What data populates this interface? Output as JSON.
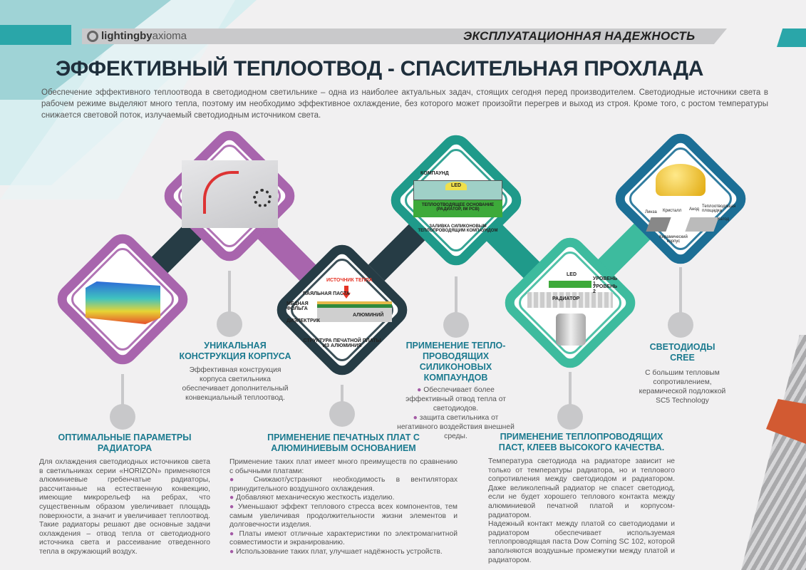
{
  "header": {
    "logo_text_bold": "lightingby",
    "logo_text_light": "axioma",
    "section": "ЭКСПЛУАТАЦИОННАЯ НАДЕЖНОСТЬ"
  },
  "title": "ЭФФЕКТИВНЫЙ ТЕПЛООТВОД - СПАСИТЕЛЬНАЯ ПРОХЛАДА",
  "intro": "Обеспечение эффективного теплоотвода в светодиодном светильнике – одна из наиболее актуальных задач, стоящих сегодня перед производителем. Светодиодные источники света в рабочем режиме выделяют много тепла, поэтому им необходимо эффективное охлаждение, без которого может произойти перегрев и выход из строя. Кроме того, с ростом температуры снижается световой поток, излучаемый светодиодным источником света.",
  "colors": {
    "purple": "#a865ad",
    "slate": "#263c45",
    "teal": "#1f9a8a",
    "lightteal": "#3dbb9e",
    "blue": "#1c6f96",
    "heading": "#1b7a8f"
  },
  "diagrams": {
    "pcb": {
      "heat": "ИСТОЧНИК ТЕПЛА",
      "paste": "ПАЯЛЬНАЯ ПАСТА",
      "copper": "МЕДНАЯ ФОЛЬГА",
      "dielectric": "ДИЭЛЕКТРИК",
      "aluminum": "АЛЮМИНИЙ",
      "caption": "СТРУКТУРА ПЕЧАТНОЙ ПЛАТЫ ИЗ АЛЮМИНИЯ"
    },
    "compound": {
      "compound": "КОМПАУНД",
      "led": "LED",
      "base": "ТЕПЛООТВОДЯЩЕЕ ОСНОВАНИЕ (РАДИАТОР, IM PCB)",
      "caption": "ЗАЛИВКА СИЛИКОНОВЫМ ТЕПЛОПРОВОДЯЩИМ КОМПАУНДОМ"
    },
    "paste": {
      "led": "LED",
      "level1": "УРОВЕНЬ 1",
      "level2": "УРОВЕНЬ 2",
      "radiator": "РАДИАТОР"
    },
    "cree": {
      "lens": "Линза",
      "crystal": "Кристалл",
      "anode": "Анод",
      "pad": "Теплоотводящая площадка",
      "cathode": "Катод",
      "ceramic": "Керамический корпус"
    }
  },
  "blocks": {
    "radiator": {
      "title": "ОПТИМАЛЬНЫЕ ПАРАМЕТРЫ РАДИАТОРА",
      "text": "Для охлаждения светодиодных источников света в светильниках серии «HORIZON» применяются алюминиевые гребенчатые радиаторы, рассчитанные на естественную конвекцию, имеющие микрорельеф на ребрах, что существенным образом увеличивает площадь поверхности, а значит и увеличивает теплоотвод. Такие радиаторы решают две основные задачи охлаждения – отвод тепла от светодиодного источника света и рассеивание отведенного тепла в окружающий воздух."
    },
    "housing": {
      "title": "УНИКАЛЬНАЯ КОНСТРУКЦИЯ КОРПУСА",
      "text": "Эффективная конструкция корпуса светильника обеспечивает дополнительный конвекциальный теплоотвод."
    },
    "pcb": {
      "title": "ПРИМЕНЕНИЕ ПЕЧАТНЫХ ПЛАТ С АЛЮМИНИЕВЫМ ОСНОВАНИЕМ",
      "intro": "Применение таких плат имеет много преимуществ по сравнению с обычными платами:",
      "bullets": [
        "Снижают/устраняют необходимость в вентиляторах принудительного воздушного охлаждения.",
        "Добавляют механическую жесткость изделию.",
        "Уменьшают эффект теплового стресса всех компонентов, тем самым увеличивая продолжительности жизни элементов и долговечности изделия.",
        "Платы имеют отличные характеристики по электромагнитной совместимости и экранированию.",
        "Использование таких плат, улучшает надёжность устройств."
      ]
    },
    "compound": {
      "title": "ПРИМЕНЕНИЕ ТЕПЛО-ПРОВОДЯЩИХ СИЛИКОНОВЫХ КОМПАУНДОВ",
      "bullets": [
        "Обеспечивает более эффективный отвод тепла от светодиодов.",
        "защита светильника от негативного воздействия внешней среды."
      ]
    },
    "paste": {
      "title": "ПРИМЕНЕНИЕ ТЕПЛОПРОВОДЯЩИХ ПАСТ, КЛЕЕВ ВЫСОКОГО КАЧЕСТВА.",
      "p1": "Температура светодиода на радиаторе зависит не только от температуры радиатора, но и теплового сопротивления между светодиодом и радиатором. Даже великолепный радиатор не спасет светодиод, если не будет хорошего теплового контакта между алюминиевой печатной платой и корпусом-радиатором.",
      "p2": "Надежный контакт между платой со светодиодами и радиатором обеспечивает используемая теплопроводящая паста Dow Corning SC 102, которой заполняются воздушные промежутки между платой и радиатором."
    },
    "cree": {
      "title": "СВЕТОДИОДЫ CREE",
      "text": "С большим тепловым сопротивлением, керамической подложкой SC5 Technology"
    }
  }
}
